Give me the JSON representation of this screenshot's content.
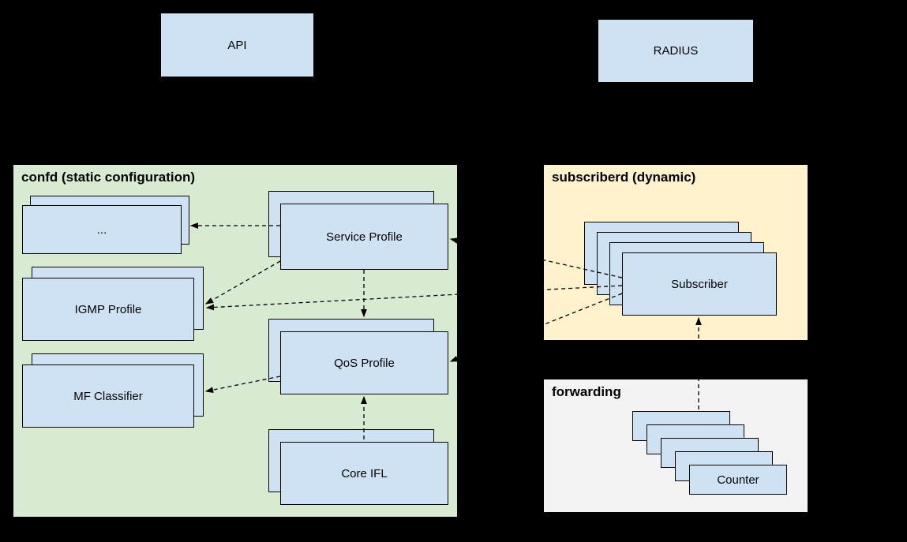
{
  "diagram": {
    "top_nodes": {
      "api": {
        "label": "API"
      },
      "radius": {
        "label": "RADIUS"
      }
    },
    "groups": {
      "confd": {
        "title": "confd (static configuration)"
      },
      "subscriberd": {
        "title": "subscriberd (dynamic)"
      },
      "forwarding": {
        "title": "forwarding"
      }
    },
    "nodes": {
      "ellipsis": {
        "label": "..."
      },
      "igmp_profile": {
        "label": "IGMP Profile"
      },
      "mf_classifier": {
        "label": "MF Classifier"
      },
      "service_profile": {
        "label": "Service Profile"
      },
      "qos_profile": {
        "label": "QoS Profile"
      },
      "core_ifl": {
        "label": "Core IFL"
      },
      "subscriber": {
        "label": "Subscriber"
      },
      "counter": {
        "label": "Counter"
      }
    },
    "edges": [
      {
        "from": "service_profile",
        "to": "ellipsis",
        "style": "dashed"
      },
      {
        "from": "service_profile",
        "to": "igmp_profile",
        "style": "dashed"
      },
      {
        "from": "service_profile",
        "to": "qos_profile",
        "style": "dashed"
      },
      {
        "from": "qos_profile",
        "to": "mf_classifier",
        "style": "dashed"
      },
      {
        "from": "core_ifl",
        "to": "qos_profile",
        "style": "dashed"
      },
      {
        "from": "subscriber",
        "to": "service_profile",
        "style": "dashed"
      },
      {
        "from": "subscriber",
        "to": "igmp_profile",
        "style": "dashed"
      },
      {
        "from": "subscriber",
        "to": "qos_profile",
        "style": "dashed"
      },
      {
        "from": "counter",
        "to": "subscriber",
        "style": "dashed"
      }
    ],
    "colors": {
      "background": "#000000",
      "card_fill": "#cfe2f3",
      "confd_fill": "#d9ead3",
      "subscriberd_fill": "#fff2cc",
      "forwarding_fill": "#f3f3f3",
      "border": "#000000",
      "edge": "#000000"
    }
  }
}
